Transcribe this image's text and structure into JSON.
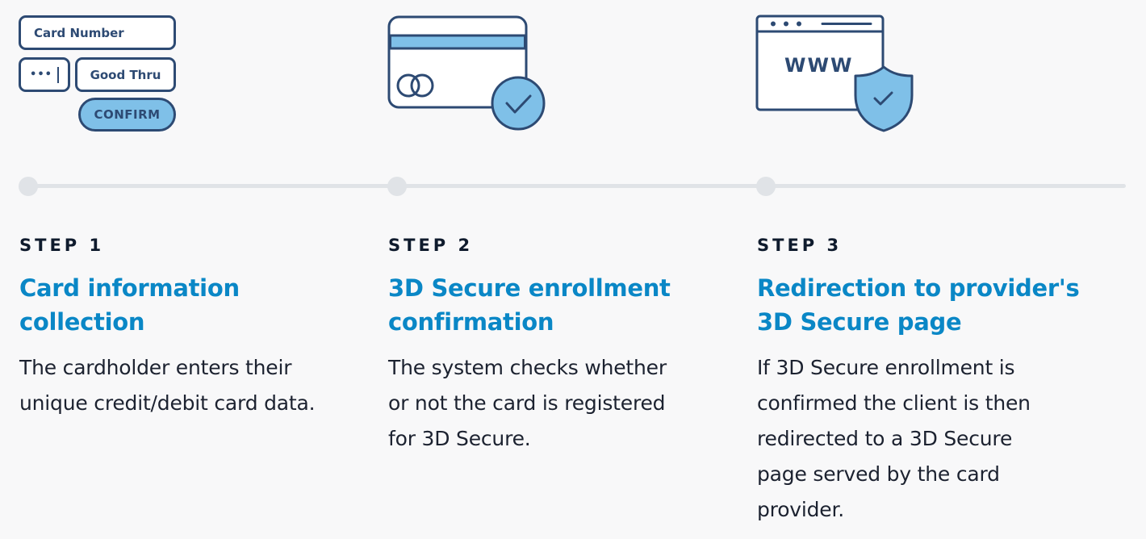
{
  "colors": {
    "background": "#f8f8f9",
    "navy": "#2d4a73",
    "accent_blue": "#7fc0e8",
    "title_blue": "#0a87c6",
    "timeline": "#e0e3e7"
  },
  "form_illustration": {
    "card_number_label": "Card Number",
    "cvv_mask": "•••",
    "good_thru_label": "Good Thru",
    "confirm_label": "CONFIRM"
  },
  "browser_illustration": {
    "address_text": "WWW"
  },
  "icons": {
    "step1": "card-form-icon",
    "step2": "credit-card-check-icon",
    "step3": "browser-shield-icon"
  },
  "steps": [
    {
      "label": "STEP 1",
      "title_line1": "Card information",
      "title_line2": "collection",
      "desc_line1": "The cardholder enters their",
      "desc_line2": "unique credit/debit card data."
    },
    {
      "label": "STEP 2",
      "title_line1": "3D Secure enrollment",
      "title_line2": "confirmation",
      "desc_line1": "The system checks whether",
      "desc_line2": "or not the card is registered",
      "desc_line3": "for 3D Secure."
    },
    {
      "label": "STEP 3",
      "title_line1": "Redirection to provider's",
      "title_line2": "3D Secure page",
      "desc_line1": "If 3D Secure enrollment is",
      "desc_line2": "confirmed the client is then",
      "desc_line3": "redirected to a 3D Secure",
      "desc_line4": "page served by the card",
      "desc_line5": "provider."
    }
  ]
}
